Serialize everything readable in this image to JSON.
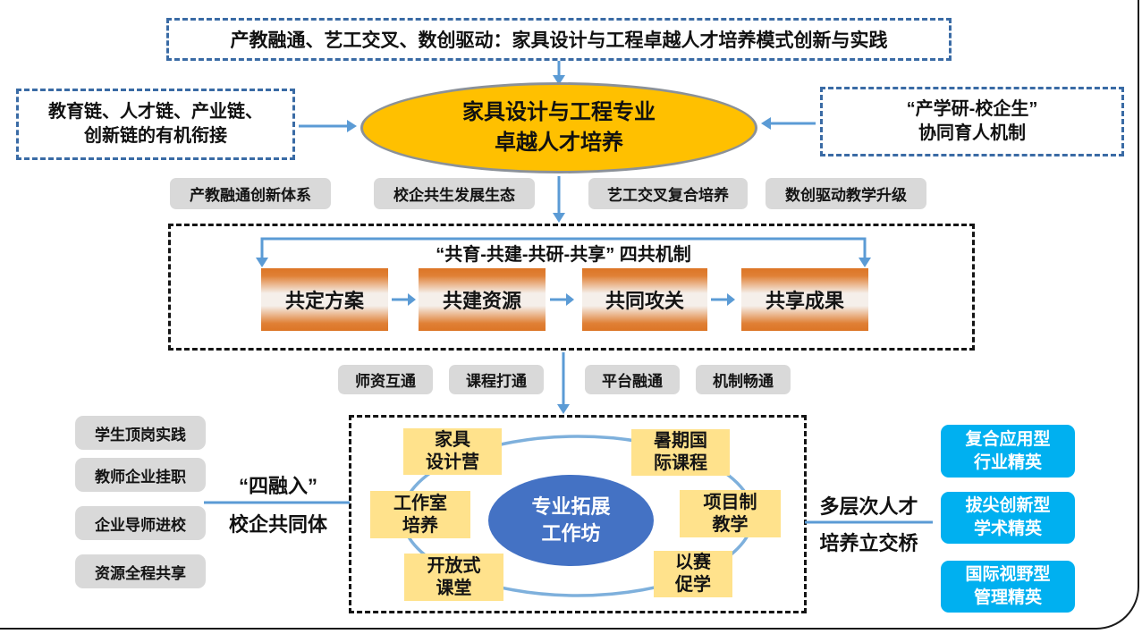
{
  "colors": {
    "dashed_blue_border": "#3A6BA5",
    "arrow_blue": "#5B9BD5",
    "gold_ellipse": "#FFC000",
    "gray_pill": "#D9D9D9",
    "orange_step": "#DC7526",
    "yellow_node": "#FFE28C",
    "cyan_outcome": "#00B0F0",
    "blue_center_ellipse": "#4472C4",
    "ring_blue": "#7EB0DC",
    "black_dashed": "#141414"
  },
  "title_box": {
    "text": "产教融通、艺工交叉、数创驱动：家具设计与工程卓越人才培养模式创新与实践"
  },
  "left_chain_box": {
    "line1": "教育链、人才链、产业链、",
    "line2": "创新链的有机衔接"
  },
  "main_ellipse": {
    "line1": "家具设计与工程专业",
    "line2": "卓越人才培养"
  },
  "right_mechanism_box": {
    "line1": "“产学研-校企生”",
    "line2": "协同育人机制"
  },
  "pillar_row": {
    "items": [
      "产教融通创新体系",
      "校企共生发展生态",
      "艺工交叉复合培养",
      "数创驱动教学升级"
    ]
  },
  "four_mechanism": {
    "title": "“共育-共建-共研-共享” 四共机制",
    "steps": [
      "共定方案",
      "共建资源",
      "共同攻关",
      "共享成果"
    ]
  },
  "link_row": {
    "items": [
      "师资互通",
      "课程打通",
      "平台融通",
      "机制畅通"
    ]
  },
  "integration": {
    "items": [
      "学生顶岗实践",
      "教师企业挂职",
      "企业导师进校",
      "资源全程共享"
    ],
    "label_top": "“四融入”",
    "label_bottom": "校企共同体"
  },
  "workshop": {
    "center_line1": "专业拓展",
    "center_line2": "工作坊",
    "nodes": [
      {
        "line1": "家具",
        "line2": "设计营"
      },
      {
        "line1": "暑期国",
        "line2": "际课程"
      },
      {
        "line1": "工作室",
        "line2": "培养"
      },
      {
        "line1": "项目制",
        "line2": "教学"
      },
      {
        "line1": "开放式",
        "line2": "课堂"
      },
      {
        "line1": "以赛",
        "line2": "促学"
      }
    ]
  },
  "talent_bridge": {
    "label_top": "多层次人才",
    "label_bottom": "培养立交桥",
    "outcomes": [
      {
        "line1": "复合应用型",
        "line2": "行业精英"
      },
      {
        "line1": "拔尖创新型",
        "line2": "学术精英"
      },
      {
        "line1": "国际视野型",
        "line2": "管理精英"
      }
    ]
  }
}
